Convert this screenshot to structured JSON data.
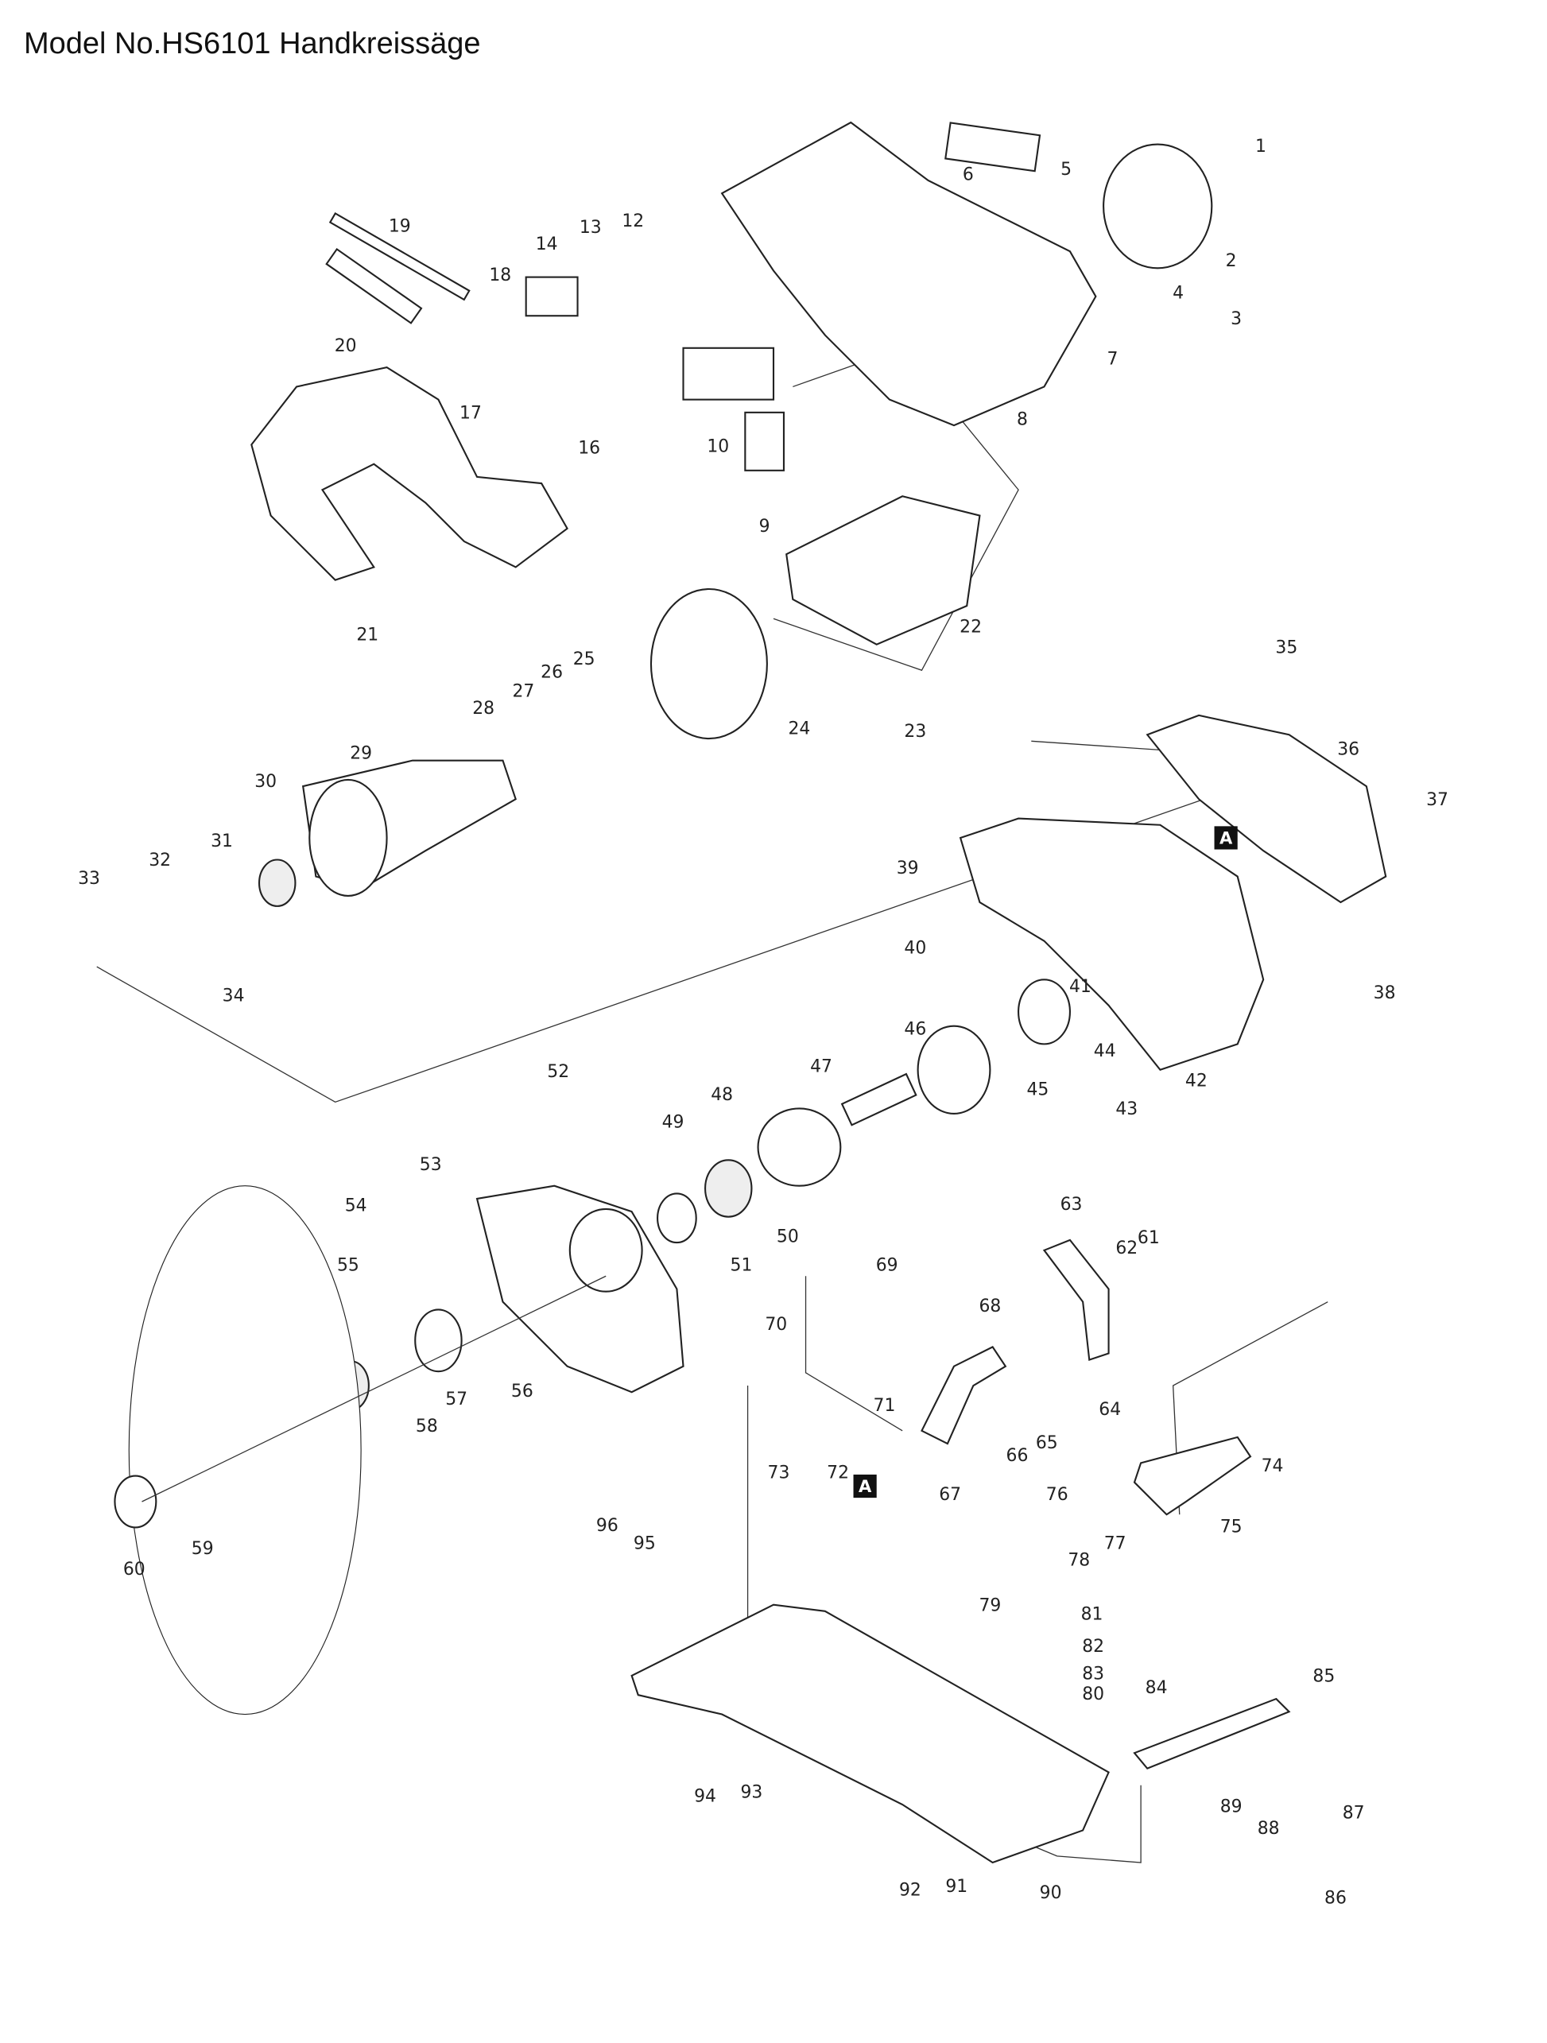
{
  "title": "Model No.HS6101 Handkreissäge",
  "reference_marker": "A",
  "parts": [
    "1",
    "2",
    "3",
    "4",
    "5",
    "6",
    "7",
    "8",
    "9",
    "10",
    "12",
    "13",
    "14",
    "16",
    "17",
    "18",
    "19",
    "20",
    "21",
    "22",
    "23",
    "24",
    "25",
    "26",
    "27",
    "28",
    "29",
    "30",
    "31",
    "32",
    "33",
    "34",
    "35",
    "36",
    "37",
    "38",
    "39",
    "40",
    "41",
    "42",
    "43",
    "44",
    "45",
    "46",
    "47",
    "48",
    "49",
    "50",
    "51",
    "52",
    "53",
    "54",
    "55",
    "56",
    "57",
    "58",
    "59",
    "60",
    "61",
    "62",
    "63",
    "64",
    "65",
    "66",
    "67",
    "68",
    "69",
    "70",
    "71",
    "72",
    "73",
    "74",
    "75",
    "76",
    "77",
    "78",
    "79",
    "80",
    "81",
    "82",
    "83",
    "84",
    "85",
    "86",
    "87",
    "88",
    "89",
    "90",
    "91",
    "92",
    "93",
    "94",
    "95",
    "96"
  ]
}
